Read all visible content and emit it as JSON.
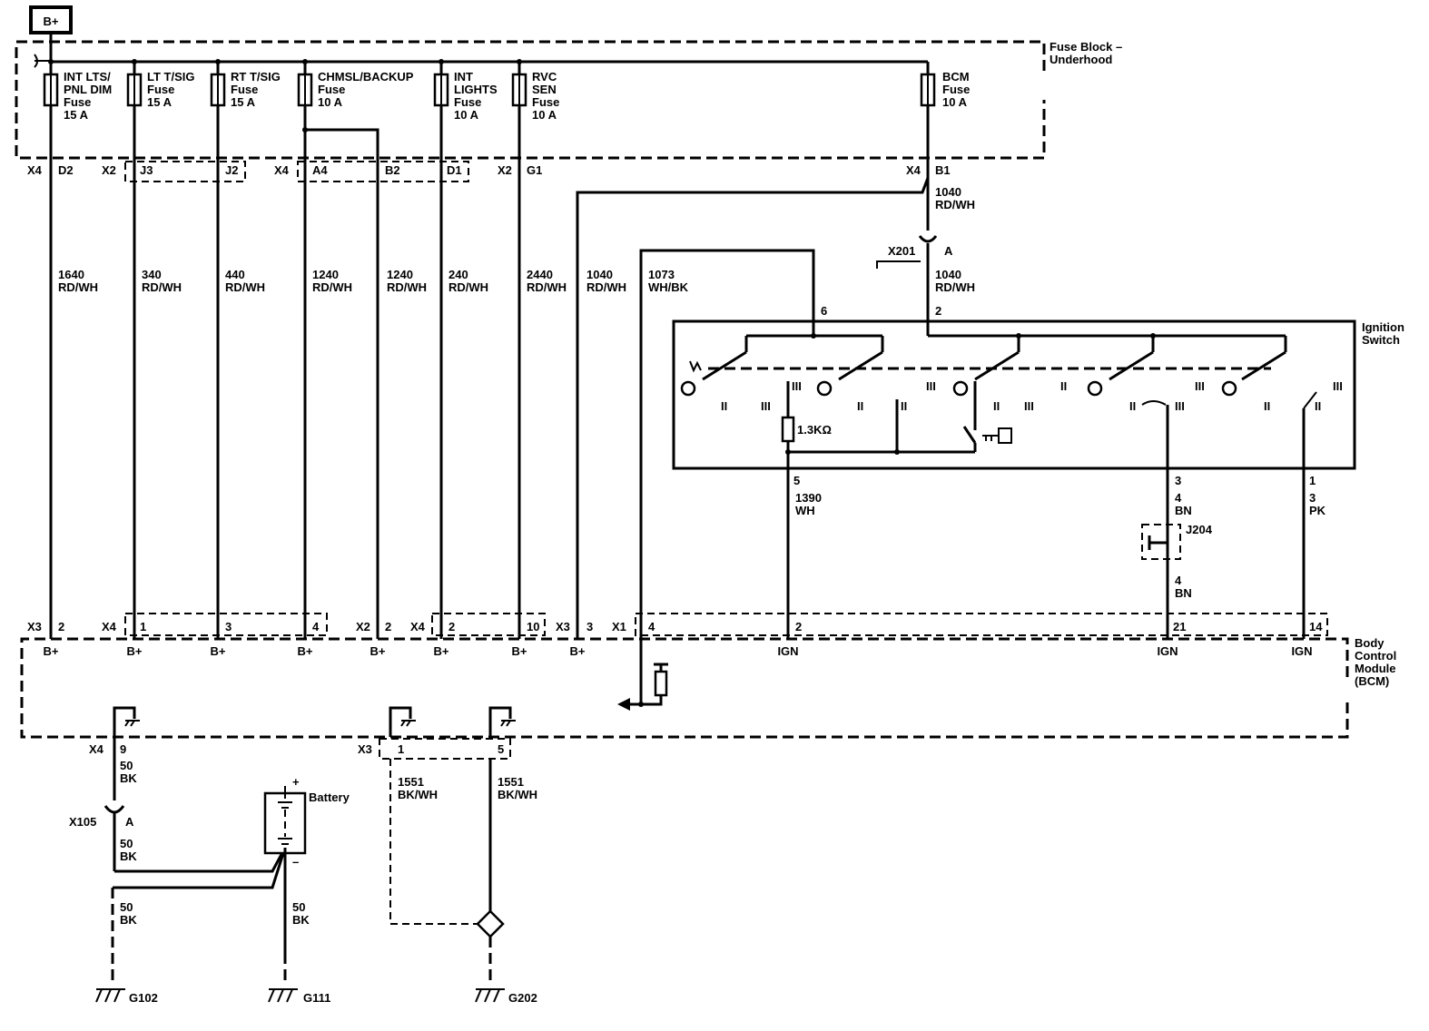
{
  "power_label": "B+",
  "fuse_block": {
    "name_line1": "Fuse Block –",
    "name_line2": "Underhood",
    "fuses": [
      {
        "name_lines": [
          "INT LTS/",
          "PNL DIM"
        ],
        "type": "Fuse",
        "rating": "15 A"
      },
      {
        "name_lines": [
          "LT T/SIG"
        ],
        "type": "Fuse",
        "rating": "15 A"
      },
      {
        "name_lines": [
          "RT T/SIG"
        ],
        "type": "Fuse",
        "rating": "15 A"
      },
      {
        "name_lines": [
          "CHMSL/BACKUP"
        ],
        "type": "Fuse",
        "rating": "10 A"
      },
      {
        "name_lines": [
          "INT",
          "LIGHTS"
        ],
        "type": "Fuse",
        "rating": "10 A"
      },
      {
        "name_lines": [
          "RVC",
          "SEN"
        ],
        "type": "Fuse",
        "rating": "10 A"
      },
      {
        "name_lines": [
          "BCM"
        ],
        "type": "Fuse",
        "rating": "10 A"
      }
    ]
  },
  "top_connectors": [
    "X4",
    "D2",
    "X2",
    "J3",
    "J2",
    "X4",
    "A4",
    "B2",
    "D1",
    "X2",
    "G1",
    "X4",
    "B1"
  ],
  "wires": [
    {
      "circuit": "1640",
      "color": "RD/WH"
    },
    {
      "circuit": "340",
      "color": "RD/WH"
    },
    {
      "circuit": "440",
      "color": "RD/WH"
    },
    {
      "circuit": "1240",
      "color": "RD/WH"
    },
    {
      "circuit": "1240",
      "color": "RD/WH"
    },
    {
      "circuit": "240",
      "color": "RD/WH"
    },
    {
      "circuit": "2440",
      "color": "RD/WH"
    },
    {
      "circuit": "1040",
      "color": "RD/WH"
    },
    {
      "circuit": "1073",
      "color": "WH/BK"
    }
  ],
  "bcm_feed": {
    "upper_circuit": "1040",
    "upper_color": "RD/WH",
    "lower_circuit": "1040",
    "lower_color": "RD/WH",
    "inline": "X201",
    "inline_pin": "A"
  },
  "ignition_switch": {
    "name_line1": "Ignition",
    "name_line2": "Switch",
    "pins_top": [
      "6",
      "2"
    ],
    "pins_bottom": [
      "5",
      "3",
      "1"
    ],
    "resistor": "1.3KΩ",
    "roman_numerals": [
      "II",
      "III",
      "III",
      "II",
      "II",
      "III",
      "II",
      "III",
      "II",
      "III",
      "II",
      "III",
      "II",
      "II",
      "III"
    ]
  },
  "ign_wires": [
    {
      "circuit": "1390",
      "color": "WH"
    },
    {
      "circuit": "4",
      "color": "BN"
    },
    {
      "circuit": "4",
      "color": "BN"
    },
    {
      "circuit": "3",
      "color": "PK"
    }
  ],
  "splice": "J204",
  "bcm_connectors": [
    "X3",
    "2",
    "X4",
    "1",
    "3",
    "4",
    "X2",
    "2",
    "X4",
    "2",
    "10",
    "X3",
    "3",
    "X1",
    "4",
    "2",
    "21",
    "14"
  ],
  "bcm_inputs": [
    "B+",
    "B+",
    "B+",
    "B+",
    "B+",
    "B+",
    "B+",
    "B+",
    "IGN",
    "IGN",
    "IGN"
  ],
  "bcm": {
    "name_lines": [
      "Body",
      "Control",
      "Module",
      "(BCM)"
    ]
  },
  "ground_connectors": [
    "X4",
    "9",
    "X3",
    "1",
    "5"
  ],
  "ground_wires": [
    {
      "circuit": "50",
      "color": "BK"
    },
    {
      "circuit": "50",
      "color": "BK"
    },
    {
      "circuit": "50",
      "color": "BK"
    },
    {
      "circuit": "50",
      "color": "BK"
    },
    {
      "circuit": "1551",
      "color": "BK/WH"
    },
    {
      "circuit": "1551",
      "color": "BK/WH"
    }
  ],
  "x105": {
    "name": "X105",
    "pin": "A"
  },
  "battery": {
    "name": "Battery",
    "plus": "+",
    "minus": "–"
  },
  "grounds": [
    "G102",
    "G111",
    "G202"
  ]
}
